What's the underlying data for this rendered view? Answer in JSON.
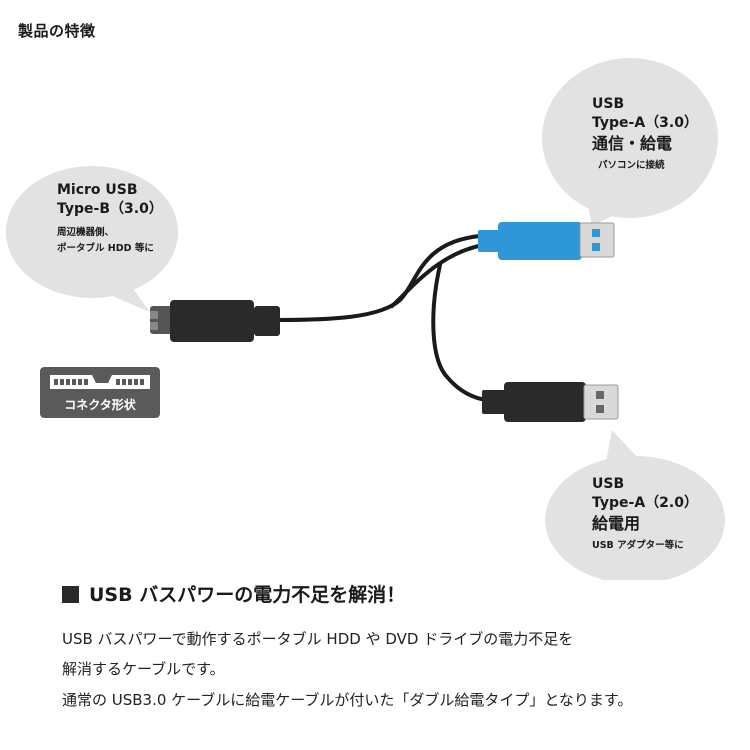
{
  "header": {
    "title": "製品の特徴"
  },
  "bubbles": {
    "micro": {
      "line1": "Micro USB",
      "line2": "Type-B（3.0）",
      "note1": "周辺機器側、",
      "note2": "ポータブル HDD 等に"
    },
    "type_a_30": {
      "line1": "USB",
      "line2": "Type-A（3.0）",
      "line3": "通信・給電",
      "note": "パソコンに接続"
    },
    "type_a_20": {
      "line1": "USB",
      "line2": "Type-A（2.0）",
      "line3": "給電用",
      "note": "USB アダプター等に"
    }
  },
  "connector_shape": {
    "label": "コネクタ形状"
  },
  "feature": {
    "heading": "USB バスパワーの電力不足を解消！",
    "lines": [
      "USB バスパワーで動作するポータブル HDD や DVD ドライブの電力不足を",
      "解消するケーブルです。",
      "通常の USB3.0 ケーブルに給電ケーブルが付いた「ダブル給電タイプ」となります。"
    ]
  },
  "colors": {
    "bubble": "#e2e2e2",
    "connector_blue": "#2f96d8",
    "connector_black": "#2a2a2a",
    "cable": "#1a1a1a",
    "shape_box": "#5a5a5a"
  }
}
